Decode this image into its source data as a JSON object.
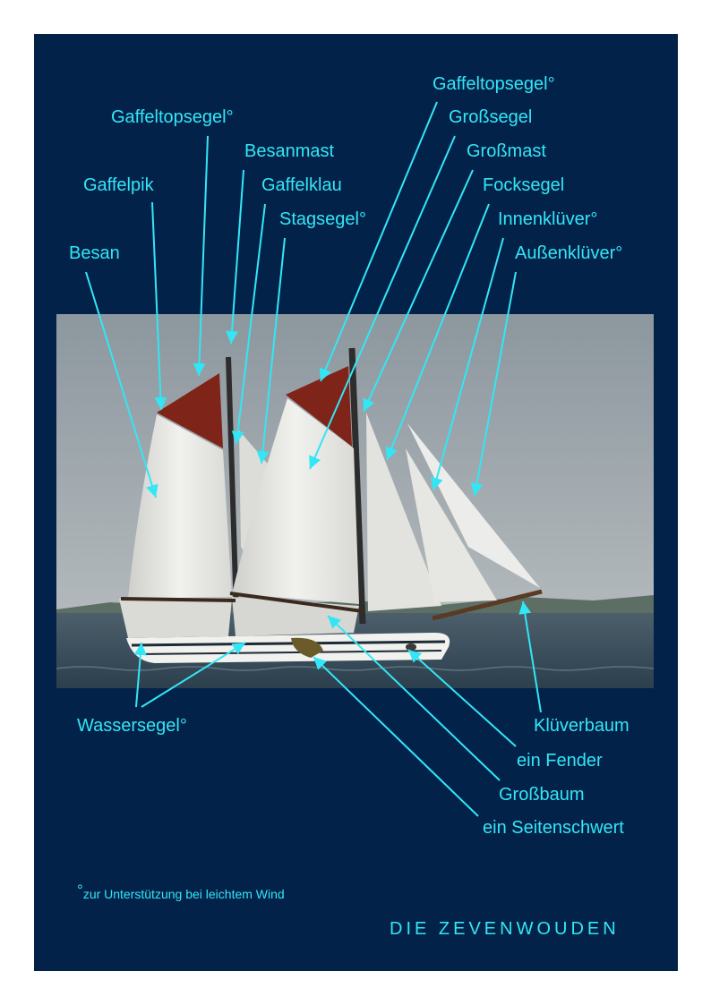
{
  "labels": {
    "gaffeltopsegel_mizzen": "Gaffeltopsegel°",
    "besanmast": "Besanmast",
    "gaffelpik": "Gaffelpik",
    "gaffelklau": "Gaffelklau",
    "stagsegel": "Stagsegel°",
    "besan": "Besan",
    "gaffeltopsegel_main": "Gaffeltopsegel°",
    "grosssegel": "Großsegel",
    "grossmast": "Großmast",
    "focksegel": "Focksegel",
    "innenkluever": "Innenklüver°",
    "aussenkluever": "Außenklüver°",
    "wassersegel": "Wassersegel°",
    "klueverbaum": "Klüverbaum",
    "fender": "ein Fender",
    "grossbaum": "Großbaum",
    "seitenschwert": "ein Seitenschwert"
  },
  "footnote": {
    "mark": "°",
    "text": "zur Unterstützung bei leichtem Wind"
  },
  "vessel_name": "DIE ZEVENWOUDEN",
  "colors": {
    "background": "#03224a",
    "label": "#33e6f5",
    "sky": "#9ba4aa",
    "water": "#3a4f5e",
    "sail": "#e9e9e6",
    "topsail": "#7f2418",
    "hull": "#f1f1ee"
  }
}
